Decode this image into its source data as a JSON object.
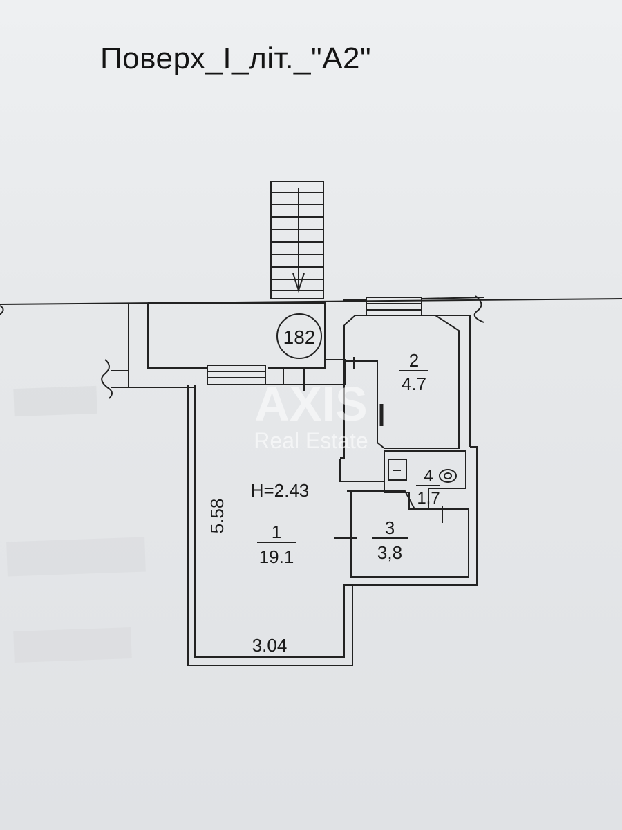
{
  "title": "Поверх_І_літ._\"А2\"",
  "building_number": "182",
  "ceiling_height": "H=2.43",
  "rooms": [
    {
      "number": "1",
      "area": "19.1"
    },
    {
      "number": "2",
      "area": "4.7"
    },
    {
      "number": "3",
      "area": "3,8"
    },
    {
      "number": "4",
      "area": "1,7"
    }
  ],
  "dimensions": {
    "height": "5.58",
    "width": "3.04"
  },
  "watermark": {
    "brand": "AXIS",
    "tagline": "Real Estate"
  }
}
